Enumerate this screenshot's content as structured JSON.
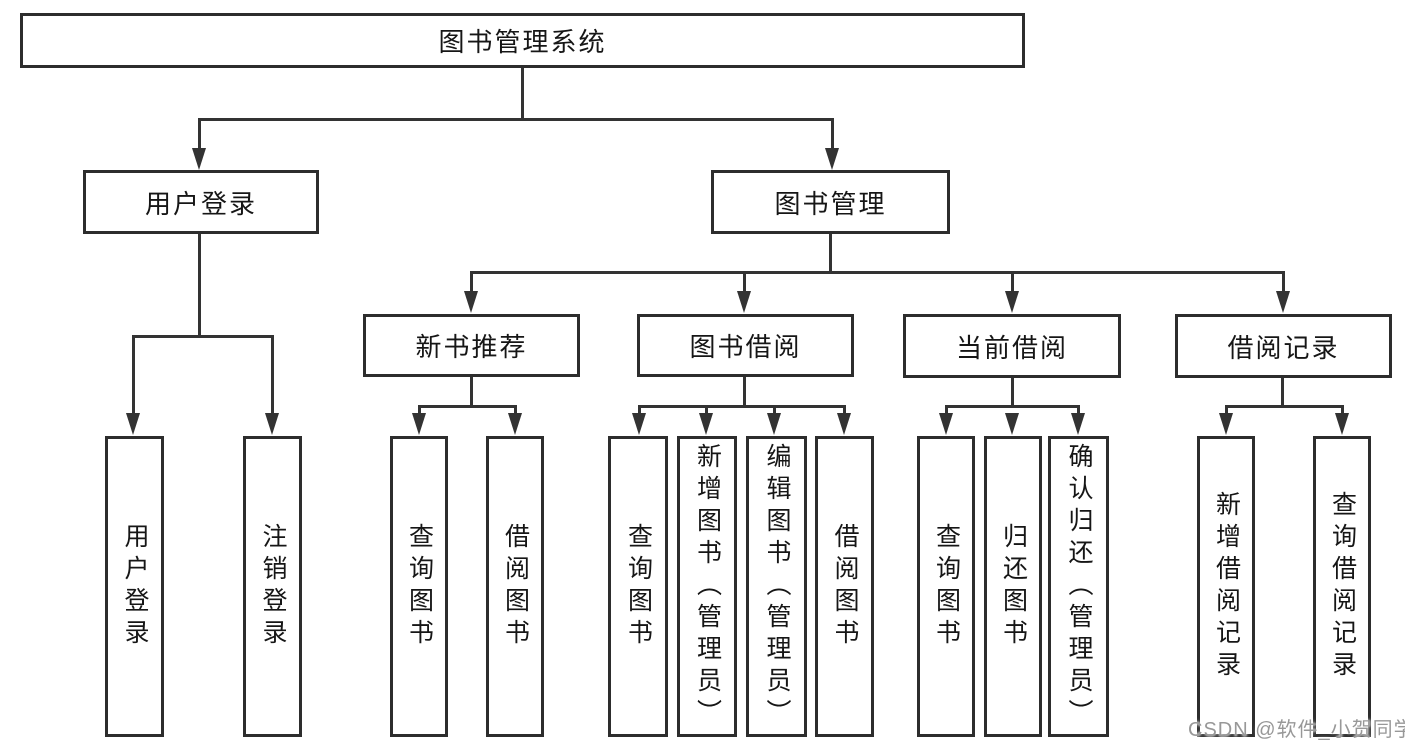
{
  "diagram": {
    "root": {
      "label": "图书管理系统"
    },
    "level1": [
      {
        "label": "用户登录",
        "children": [
          {
            "label": "用户登录"
          },
          {
            "label": "注销登录"
          }
        ]
      },
      {
        "label": "图书管理",
        "children": [
          {
            "label": "新书推荐",
            "children": [
              {
                "label": "查询图书"
              },
              {
                "label": "借阅图书"
              }
            ]
          },
          {
            "label": "图书借阅",
            "children": [
              {
                "label": "查询图书"
              },
              {
                "label": "新增图书（管理员）"
              },
              {
                "label": "编辑图书（管理员）"
              },
              {
                "label": "借阅图书"
              }
            ]
          },
          {
            "label": "当前借阅",
            "children": [
              {
                "label": "查询图书"
              },
              {
                "label": "归还图书"
              },
              {
                "label": "确认归还（管理员）"
              }
            ]
          },
          {
            "label": "借阅记录",
            "children": [
              {
                "label": "新增借阅记录"
              },
              {
                "label": "查询借阅记录"
              }
            ]
          }
        ]
      }
    ]
  },
  "watermark": "CSDN @软件_小贺同学",
  "colors": {
    "line": "#333333",
    "box_border": "#2d2d2d",
    "text": "#161616",
    "watermark": "#989898",
    "background": "#ffffff"
  }
}
